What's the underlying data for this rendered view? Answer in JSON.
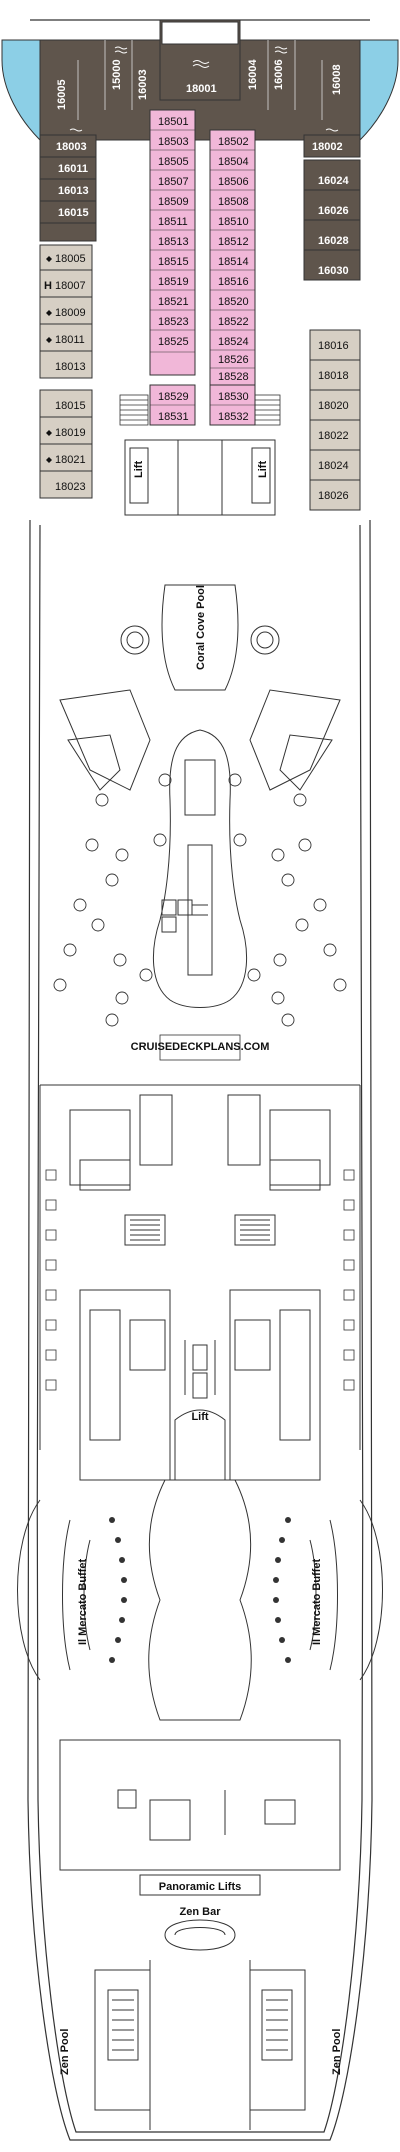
{
  "brand": "CRUISEDECKPLANS.COM",
  "colors": {
    "balcony": "#5f554c",
    "suite": "#aea496",
    "oceanview": "#d6cfc4",
    "inside": "#f1b7d8",
    "pool_water": "#8ccfe6",
    "line": "#333333"
  },
  "labels": {
    "lift_top_left": "Lift",
    "lift_top_right": "Lift",
    "lift_mid": "Lift",
    "coral_cove_pool": "Coral Cove Pool",
    "mercato_left": "Il Mercato Buffet",
    "mercato_right": "Il Mercato Buffet",
    "panoramic_lifts": "Panoramic Lifts",
    "zen_bar": "Zen Bar",
    "zen_pool_left": "Zen Pool",
    "zen_pool_right": "Zen Pool"
  },
  "cabins": {
    "front": [
      "16005",
      "15000",
      "16003",
      "18001",
      "16004",
      "16006",
      "16008"
    ],
    "left_upper": [
      "18003",
      "16011",
      "16013",
      "16015"
    ],
    "right_upper": [
      "18002",
      "16024",
      "16026",
      "16028",
      "16030"
    ],
    "left_lower": [
      "18005",
      "18007",
      "18009",
      "18011",
      "18013",
      "18015",
      "18019",
      "18021",
      "18023"
    ],
    "left_lower_marker": "H",
    "right_lower": [
      "18016",
      "18018",
      "18020",
      "18022",
      "18024",
      "18026"
    ],
    "inside_left": [
      "18501",
      "18503",
      "18505",
      "18507",
      "18509",
      "18511",
      "18513",
      "18515",
      "18519",
      "18521",
      "18523",
      "18525"
    ],
    "inside_right": [
      "18502",
      "18504",
      "18506",
      "18508",
      "18510",
      "18512",
      "18514",
      "18516",
      "18520",
      "18522",
      "18524",
      "18526",
      "18528"
    ],
    "inside_bottom_left": [
      "18529",
      "18531"
    ],
    "inside_bottom_right": [
      "18530",
      "18532"
    ]
  }
}
